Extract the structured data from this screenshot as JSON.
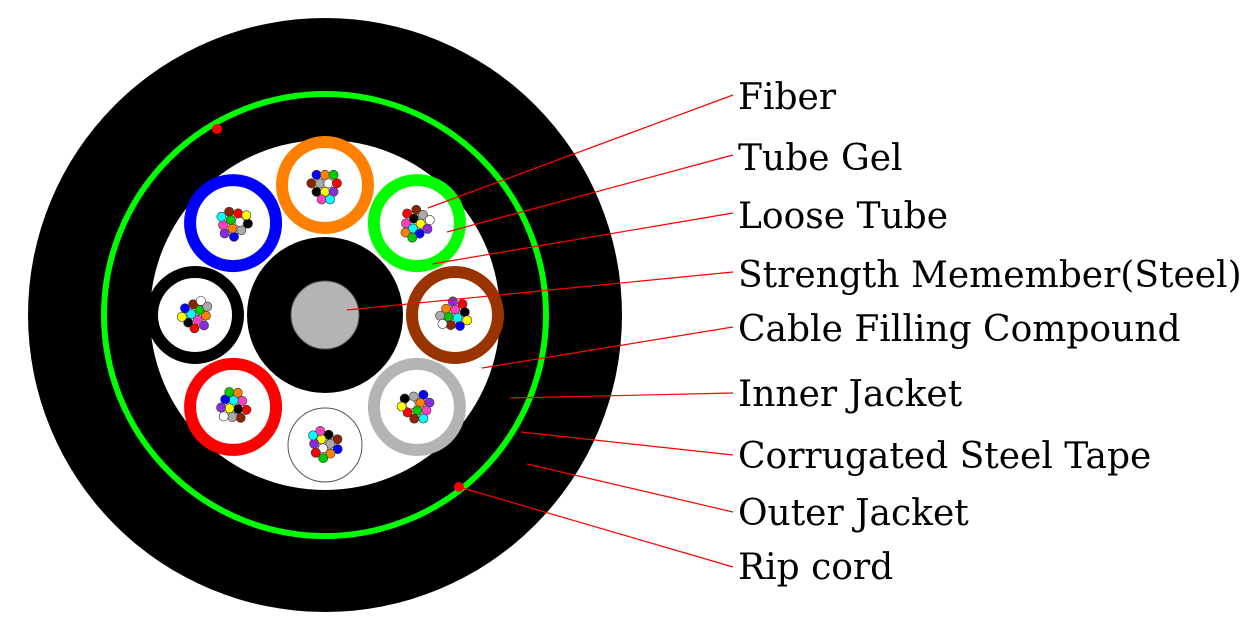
{
  "labels": {
    "fiber": "Fiber",
    "tube_gel": "Tube Gel",
    "loose_tube": "Loose Tube",
    "strength_member": "Strength Memember(Steel)",
    "filling_compound": "Cable Filling Compound",
    "inner_jacket": "Inner Jacket",
    "steel_tape": "Corrugated Steel Tape",
    "outer_jacket": "Outer Jacket",
    "rip_cord": "Rip cord"
  },
  "colors": {
    "outer_jacket": "#000000",
    "steel_tape": "#00ff00",
    "filling": "#ffffff",
    "strength_member": "#b4b4b4",
    "leader": "#ff0000",
    "rip_cord": "#ff0000"
  },
  "tube_colors": [
    "#ff8000",
    "#00ff00",
    "#993300",
    "#b4b4b4",
    "#ffffff",
    "#ff0000",
    "#000000",
    "#0000ff"
  ],
  "fiber_colors": [
    "#0000ff",
    "#ff8000",
    "#00cc00",
    "#8b2500",
    "#aaaaaa",
    "#ffffff",
    "#ff0000",
    "#000000",
    "#ffff00",
    "#8a2be2",
    "#ff40c0",
    "#00ffff"
  ]
}
